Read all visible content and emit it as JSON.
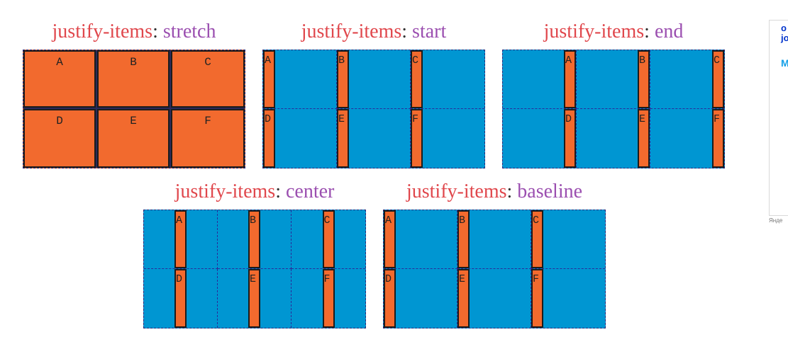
{
  "colors": {
    "property": "#e0474c",
    "value": "#9b4fb0",
    "item": "#f26a2e",
    "container": "#0096d2"
  },
  "demos": [
    {
      "property": "justify-items",
      "colon": ":",
      "value": "stretch",
      "items": [
        "A",
        "B",
        "C",
        "D",
        "E",
        "F"
      ]
    },
    {
      "property": "justify-items",
      "colon": ":",
      "value": "start",
      "items": [
        "A",
        "B",
        "C",
        "D",
        "E",
        "F"
      ]
    },
    {
      "property": "justify-items",
      "colon": ":",
      "value": "end",
      "items": [
        "A",
        "B",
        "C",
        "D",
        "E",
        "F"
      ]
    },
    {
      "property": "justify-items",
      "colon": ":",
      "value": "center",
      "items": [
        "A",
        "B",
        "C",
        "D",
        "E",
        "F"
      ]
    },
    {
      "property": "justify-items",
      "colon": ":",
      "value": "baseline",
      "items": [
        "A",
        "B",
        "C",
        "D",
        "E",
        "F"
      ]
    }
  ],
  "ad": {
    "text": "o\njo",
    "mark": "M",
    "footer": "Янде"
  }
}
